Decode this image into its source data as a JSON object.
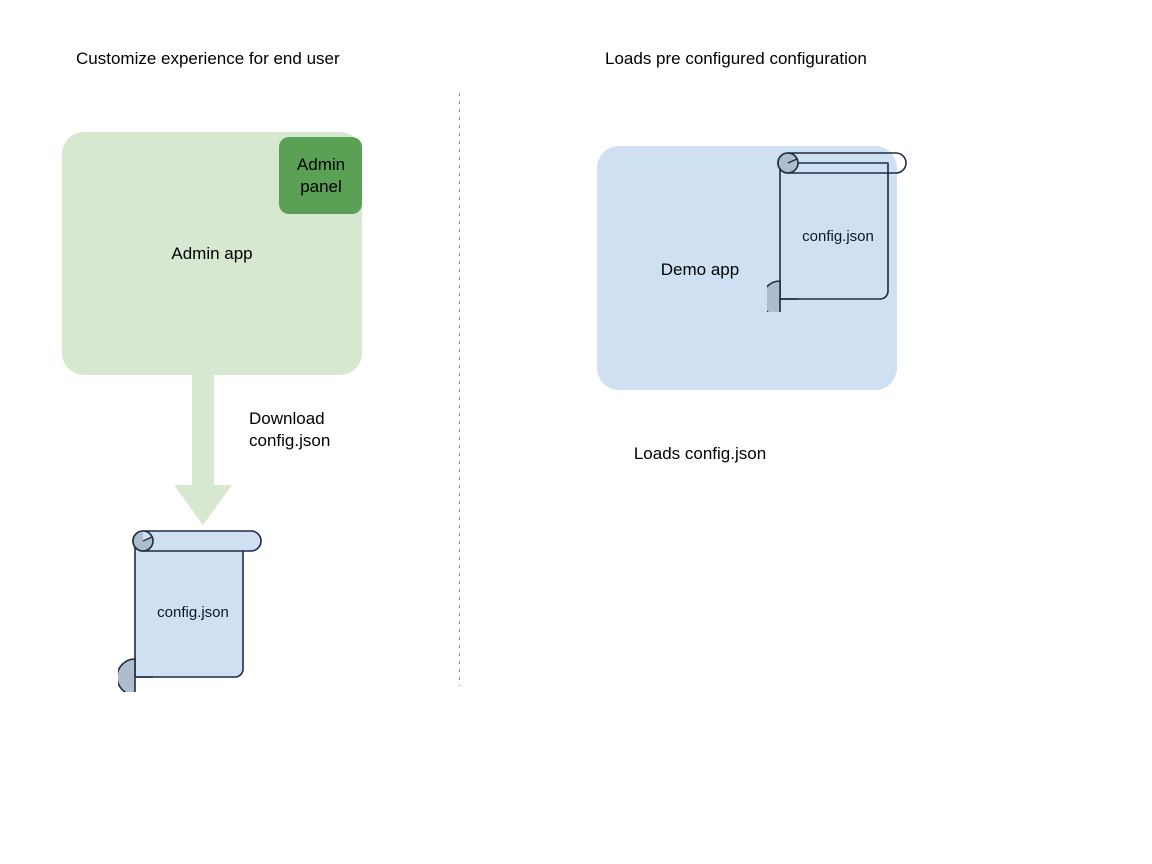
{
  "diagram": {
    "background_color": "#ffffff",
    "left_panel": {
      "title": "Customize experience for end user",
      "app_box": {
        "label": "Admin app",
        "fill_color": "#d7e8d0"
      },
      "panel_box": {
        "label": "Admin\npanel",
        "fill_color": "#5aa055",
        "text_color": "#0f1724"
      },
      "arrow": {
        "label": "Download\nconfig.json",
        "color": "#d7e8d0",
        "direction": "down"
      },
      "document": {
        "label": "config.json",
        "fill_color": "#cfe0f3",
        "stroke_color": "#1f2a44",
        "curl_color": "#9aa7b8"
      }
    },
    "right_panel": {
      "title": "Loads pre configured configuration",
      "app_box": {
        "label": "Demo app",
        "fill_color": "#cfe0f3"
      },
      "document": {
        "label": "config.json",
        "fill_color": "transparent",
        "stroke_color": "#1f2a44",
        "curl_color": "#9aa7b8"
      },
      "caption": "Loads config.json"
    },
    "divider": {
      "style": "dotted",
      "color": "#8f8f8f"
    }
  }
}
